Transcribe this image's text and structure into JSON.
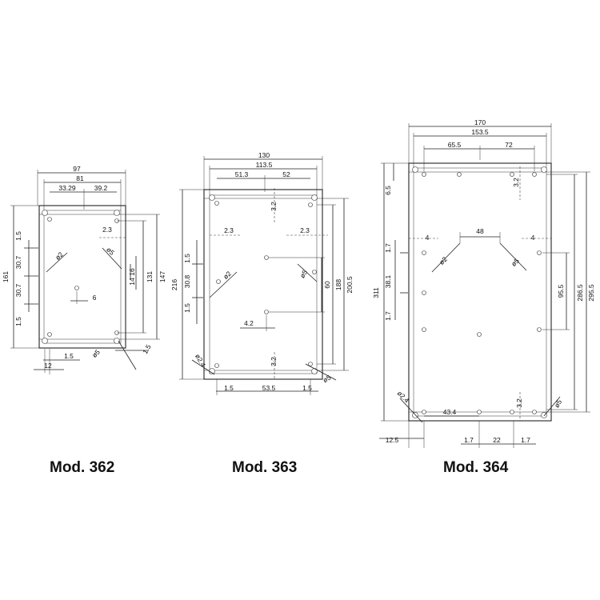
{
  "models": [
    {
      "caption": "Mod. 362",
      "dims": {
        "overall_width": "97",
        "inner_width": "81",
        "hole_spacing_left": "33.29",
        "hole_spacing_right": "39.2",
        "offset_a": "2.3",
        "height_overall": "161",
        "height_a": "147",
        "height_b": "131",
        "dim_16": "16",
        "dim_14": "14",
        "dim_6": "6",
        "side_1": "1.5",
        "side_2": "30.7",
        "side_3": "30.7",
        "side_4": "1.5",
        "bottom_left": "1.5",
        "bottom_right": "1.5",
        "bottom_12": "12",
        "dia_2": "ø2",
        "dia_5a": "ø5",
        "dia_5b": "ø5"
      }
    },
    {
      "caption": "Mod. 363",
      "dims": {
        "overall_width": "130",
        "inner_width": "113.5",
        "hole_spacing_left": "51.3",
        "hole_spacing_right": "52",
        "top_3_2": "3.2",
        "offset_left": "2.3",
        "offset_right": "2.3",
        "height_overall": "216",
        "height_a": "200.5",
        "height_b": "188",
        "dim_60": "60",
        "dim_4_2": "4.2",
        "bottom_3_2": "3.2",
        "side_1": "1.5",
        "side_2": "30.8",
        "side_3": "1.5",
        "bottom_left": "1.5",
        "bottom_mid": "53.5",
        "bottom_right": "1.5",
        "dia_2": "ø2",
        "dia_5": "ø5",
        "dia_2_4": "ø2.4",
        "dia_5b": "ø5"
      }
    },
    {
      "caption": "Mod. 364",
      "dims": {
        "overall_width": "170",
        "inner_width": "153.5",
        "hole_spacing_left": "65.5",
        "hole_spacing_right": "72",
        "top_6_5": "6.5",
        "top_3_2": "3.2",
        "dim_48": "48",
        "offset_left": "4",
        "offset_right": "4",
        "height_overall": "311",
        "height_a": "295.5",
        "height_b": "286.5",
        "dim_95_5": "95.5",
        "side_1": "1.7",
        "side_2": "38.1",
        "side_3": "1.7",
        "dim_43_4": "43.4",
        "bottom_3_2": "3.2",
        "bottom_12_5": "12.5",
        "bottom_1_7a": "1.7",
        "bottom_22": "22",
        "bottom_1_7b": "1.7",
        "dia_2": "ø2",
        "dia_5": "ø5",
        "dia_2_4": "ø2.4",
        "dia_5b": "ø5"
      }
    }
  ]
}
